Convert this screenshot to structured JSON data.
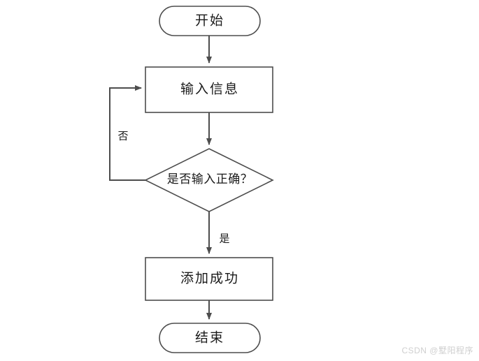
{
  "diagram": {
    "title": "",
    "type": "flowchart",
    "background_color": "#ffffff",
    "stroke_color": "#4d4d4d",
    "text_color": "#1a1a1a",
    "nodes": [
      {
        "id": "start",
        "label": "开始",
        "shape": "stadium"
      },
      {
        "id": "input",
        "label": "输入信息",
        "shape": "rectangle"
      },
      {
        "id": "decision",
        "label": "是否输入正确？",
        "shape": "diamond"
      },
      {
        "id": "success",
        "label": "添加成功",
        "shape": "rectangle"
      },
      {
        "id": "end",
        "label": "结束",
        "shape": "stadium"
      }
    ],
    "edges": [
      {
        "from": "start",
        "to": "input",
        "label": ""
      },
      {
        "from": "input",
        "to": "decision",
        "label": ""
      },
      {
        "from": "decision",
        "to": "input",
        "label": "否"
      },
      {
        "from": "decision",
        "to": "success",
        "label": "是"
      },
      {
        "from": "success",
        "to": "end",
        "label": ""
      }
    ]
  },
  "watermark": {
    "text": "CSDN @墅阳程序",
    "color": "#cfcfcf"
  }
}
